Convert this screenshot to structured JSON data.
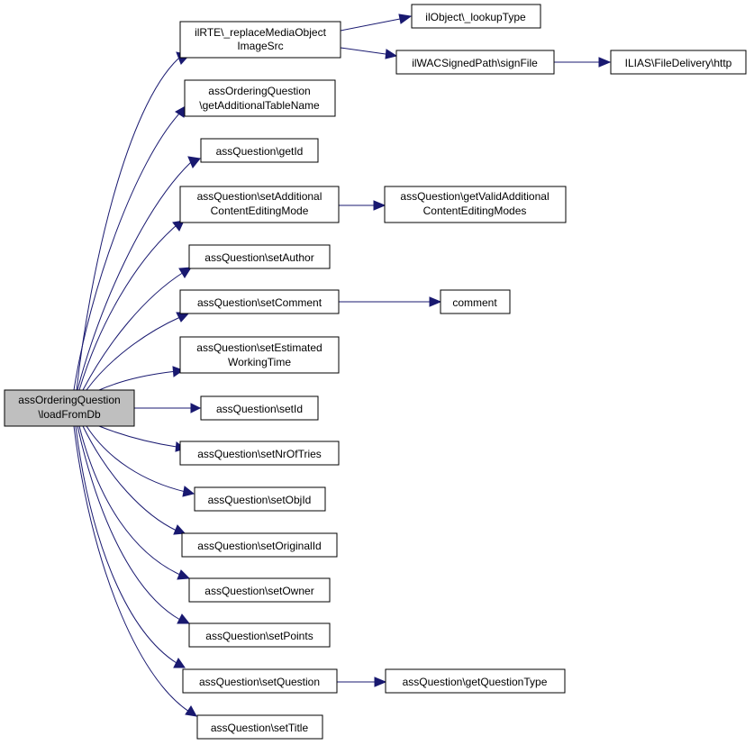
{
  "colors": {
    "edge": "#191970",
    "node_border": "#000000",
    "root_fill": "#bfbfbf",
    "node_fill": "#ffffff"
  },
  "nodes": {
    "root": [
      "assOrderingQuestion",
      "\\loadFromDb"
    ],
    "replaceMedia": [
      "ilRTE\\_replaceMediaObject",
      "ImageSrc"
    ],
    "lookupType": [
      "ilObject\\_lookupType"
    ],
    "signFile": [
      "ilWACSignedPath\\signFile"
    ],
    "http": [
      "ILIAS\\FileDelivery\\http"
    ],
    "getAddTable": [
      "assOrderingQuestion",
      "\\getAdditionalTableName"
    ],
    "getId": [
      "assQuestion\\getId"
    ],
    "setAddContent": [
      "assQuestion\\setAdditional",
      "ContentEditingMode"
    ],
    "getValidAdd": [
      "assQuestion\\getValidAdditional",
      "ContentEditingModes"
    ],
    "setAuthor": [
      "assQuestion\\setAuthor"
    ],
    "setComment": [
      "assQuestion\\setComment"
    ],
    "comment": [
      "comment"
    ],
    "setEstimated": [
      "assQuestion\\setEstimated",
      "WorkingTime"
    ],
    "setId": [
      "assQuestion\\setId"
    ],
    "setNrOfTries": [
      "assQuestion\\setNrOfTries"
    ],
    "setObjId": [
      "assQuestion\\setObjId"
    ],
    "setOriginalId": [
      "assQuestion\\setOriginalId"
    ],
    "setOwner": [
      "assQuestion\\setOwner"
    ],
    "setPoints": [
      "assQuestion\\setPoints"
    ],
    "setQuestion": [
      "assQuestion\\setQuestion"
    ],
    "getQuestionType": [
      "assQuestion\\getQuestionType"
    ],
    "setTitle": [
      "assQuestion\\setTitle"
    ]
  }
}
